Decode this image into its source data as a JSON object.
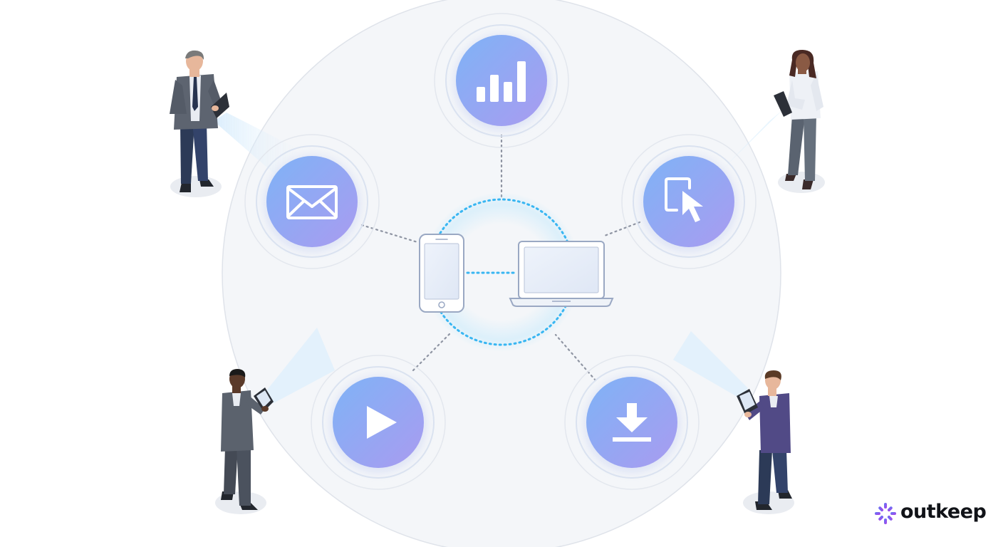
{
  "brand": {
    "name": "outkeep",
    "logo_icon": "spark-k-icon",
    "logo_color": "#7b4ff0"
  },
  "hub": {
    "devices": [
      "smartphone-icon",
      "laptop-icon"
    ],
    "ring_color": "#38b6f2"
  },
  "channels": [
    {
      "id": "analytics",
      "icon": "bar-chart-icon"
    },
    {
      "id": "email",
      "icon": "envelope-icon"
    },
    {
      "id": "interactive",
      "icon": "cursor-click-icon"
    },
    {
      "id": "video",
      "icon": "play-icon"
    },
    {
      "id": "download",
      "icon": "download-icon"
    }
  ],
  "people": [
    {
      "id": "man-top-left",
      "suit": "#5d6470",
      "hair": "#7a7a7a"
    },
    {
      "id": "woman-top-right",
      "suit": "#6b7480",
      "hair": "#4a2a24"
    },
    {
      "id": "man-bottom-left",
      "suit": "#5b626d",
      "hair": "#1a1a1a"
    },
    {
      "id": "man-bottom-right",
      "suit": "#514a86",
      "hair": "#5b3b26"
    }
  ],
  "colors": {
    "accent_gradient_start": "#7fb3f6",
    "accent_gradient_end": "#a79af0",
    "background_circle": "#f3f5f8"
  }
}
